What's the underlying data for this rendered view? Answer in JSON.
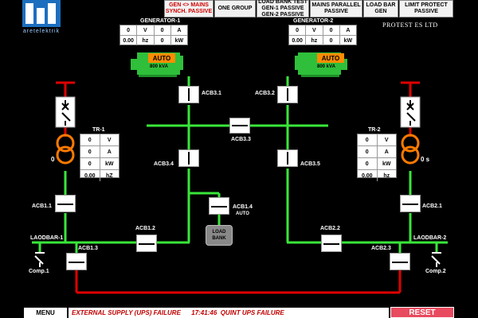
{
  "logo": {
    "text": "aretelektrik"
  },
  "brand": "PROTEST ES LTD",
  "top_buttons": [
    {
      "label": "GEN <> MAINS SYNCH. PASSIVE",
      "color": "#d00000"
    },
    {
      "label": "ONE GROUP"
    },
    {
      "label": "LOAD BANK TEST GEN-1 PASSIVE GEN-2 PASSIVE"
    },
    {
      "label": "MAINS PARALLEL PASSIVE"
    },
    {
      "label": "LOAD BAR GEN"
    },
    {
      "label": "LIMIT PROTECT PASSIVE"
    }
  ],
  "generator1": {
    "title": "GENERATOR-1",
    "mode": "AUTO",
    "rating": "800 kVA",
    "readings": [
      {
        "value": "0",
        "unit": "V"
      },
      {
        "value": "0",
        "unit": "A"
      },
      {
        "value": "0.00",
        "unit": "hz"
      },
      {
        "value": "0",
        "unit": "kW"
      }
    ]
  },
  "generator2": {
    "title": "GENERATOR-2",
    "mode": "AUTO",
    "rating": "800 kVA",
    "readings": [
      {
        "value": "0",
        "unit": "V"
      },
      {
        "value": "0",
        "unit": "A"
      },
      {
        "value": "0.00",
        "unit": "hz"
      },
      {
        "value": "0",
        "unit": "kW"
      }
    ]
  },
  "tr1": {
    "title": "TR-1",
    "side_value": "0",
    "readings": [
      {
        "value": "0",
        "unit": "V"
      },
      {
        "value": "0",
        "unit": "A"
      },
      {
        "value": "0",
        "unit": "kW"
      },
      {
        "value": "0.00",
        "unit": "hZ"
      }
    ]
  },
  "tr2": {
    "title": "TR-2",
    "side_value": "0 s",
    "readings": [
      {
        "value": "0",
        "unit": "V"
      },
      {
        "value": "0",
        "unit": "A"
      },
      {
        "value": "0",
        "unit": "kW"
      },
      {
        "value": "0.00",
        "unit": "hz"
      }
    ]
  },
  "breakers": {
    "acb31": "ACB3.1",
    "acb32": "ACB3.2",
    "acb33": "ACB3.3",
    "acb34": "ACB3.4",
    "acb35": "ACB3.5",
    "acb14": "ACB1.4",
    "acb14_mode": "AUTO",
    "acb11": "ACB1.1",
    "acb12": "ACB1.2",
    "acb13": "ACB1.3",
    "acb21": "ACB2.1",
    "acb22": "ACB2.2",
    "acb23": "ACB2.3"
  },
  "labels": {
    "laodbar1": "LAODBAR-1",
    "laodbar2": "LAODBAR-2",
    "comp1": "Comp.1",
    "comp2": "Comp.2",
    "load_bank": "LOAD BANK"
  },
  "footer": {
    "menu": "MENU",
    "alarm": "EXTERNAL SUPPLY (UPS) FAILURE      17:41:46  QUINT UPS FAILURE",
    "reset": "RESET"
  },
  "colors": {
    "bus_green": "#39e639",
    "bus_red": "#e00000",
    "generator": "#2fbf3a",
    "auto_badge": "#ff8c00",
    "transformer_orange": "#ff7a00"
  }
}
